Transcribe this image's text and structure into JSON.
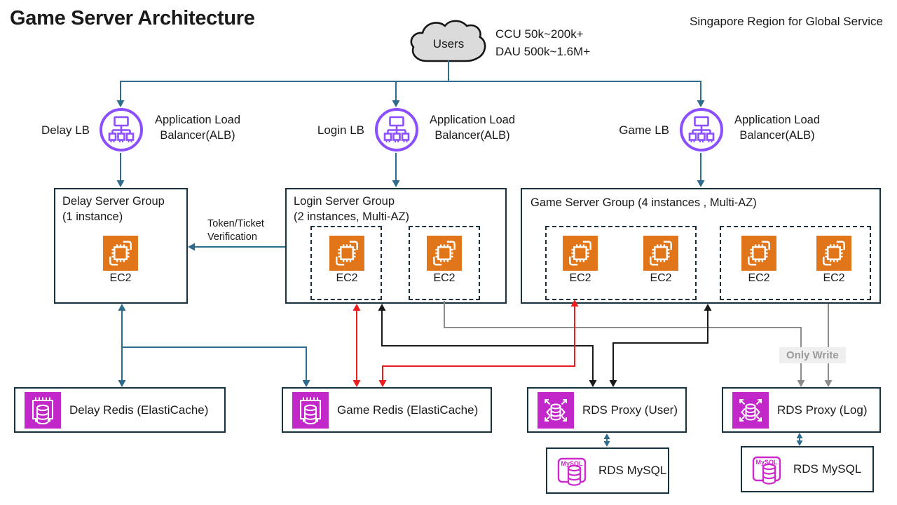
{
  "title": "Game Server Architecture",
  "region_note": "Singapore Region for Global Service",
  "users": {
    "label": "Users",
    "ccu": "CCU 50k~200k+",
    "dau": "DAU 500k~1.6M+"
  },
  "load_balancers": [
    {
      "side_label": "Delay LB",
      "name_line1": "Application Load",
      "name_line2": "Balancer(ALB)"
    },
    {
      "side_label": "Login LB",
      "name_line1": "Application Load",
      "name_line2": "Balancer(ALB)"
    },
    {
      "side_label": "Game LB",
      "name_line1": "Application Load",
      "name_line2": "Balancer(ALB)"
    }
  ],
  "server_groups": [
    {
      "name": "Delay Server Group",
      "detail": "(1 instance)"
    },
    {
      "name": "Login Server Group",
      "detail": "(2 instances, Multi-AZ)"
    },
    {
      "name": "Game Server Group (4 instances , Multi-AZ)"
    }
  ],
  "ec2_label": "EC2",
  "annotations": {
    "token_line1": "Token/Ticket",
    "token_line2": "Verification",
    "only_write": "Only Write"
  },
  "cache_nodes": [
    {
      "label": "Delay Redis (ElastiCache)"
    },
    {
      "label": "Game Redis (ElastiCache)"
    }
  ],
  "proxy_nodes": [
    {
      "label": "RDS Proxy (User)"
    },
    {
      "label": "RDS Proxy (Log)"
    }
  ],
  "db_nodes": [
    {
      "label": "RDS MySQL",
      "icon_text": "MySQL"
    },
    {
      "label": "RDS MySQL",
      "icon_text": "MySQL"
    }
  ],
  "colors": {
    "line_teal": "#2D6C8D",
    "line_red": "#ED1C1C",
    "line_black": "#1A1A1A",
    "line_gray": "#8C8C8C",
    "ec2_orange": "#E07519",
    "db_magenta": "#C127C9",
    "mysql_magenta": "#CD29CD",
    "alb_purple": "#8C4FFF",
    "border_dark": "#16323F",
    "cloud_gray": "#DBDBDB"
  }
}
